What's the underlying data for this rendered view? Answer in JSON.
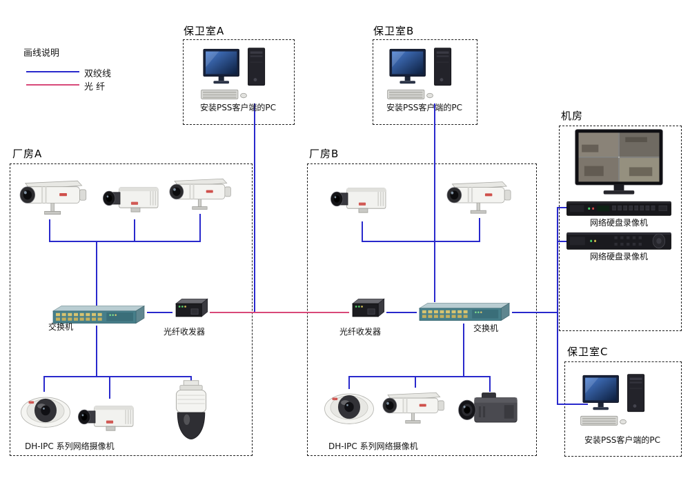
{
  "legend": {
    "title": "画线说明",
    "twisted_pair_label": "双绞线",
    "fiber_label": "光  纤"
  },
  "colors": {
    "twisted_pair": "#2828cc",
    "fiber": "#d84878"
  },
  "guard_room_a": {
    "title": "保卫室A",
    "pc_label": "安装PSS客户端的PC"
  },
  "guard_room_b": {
    "title": "保卫室B",
    "pc_label": "安装PSS客户端的PC"
  },
  "guard_room_c": {
    "title": "保卫室C",
    "pc_label": "安装PSS客户端的PC"
  },
  "machine_room": {
    "title": "机房",
    "nvr1_label": "网络硬盘录像机",
    "nvr2_label": "网络硬盘录像机"
  },
  "factory_a": {
    "title": "厂房A",
    "switch_label": "交换机",
    "transceiver_label": "光纤收发器",
    "camera_series_label": "DH-IPC  系列网络摄像机"
  },
  "factory_b": {
    "title": "厂房B",
    "switch_label": "交换机",
    "transceiver_label": "光纤收发器",
    "camera_series_label": "DH-IPC  系列网络摄像机"
  }
}
